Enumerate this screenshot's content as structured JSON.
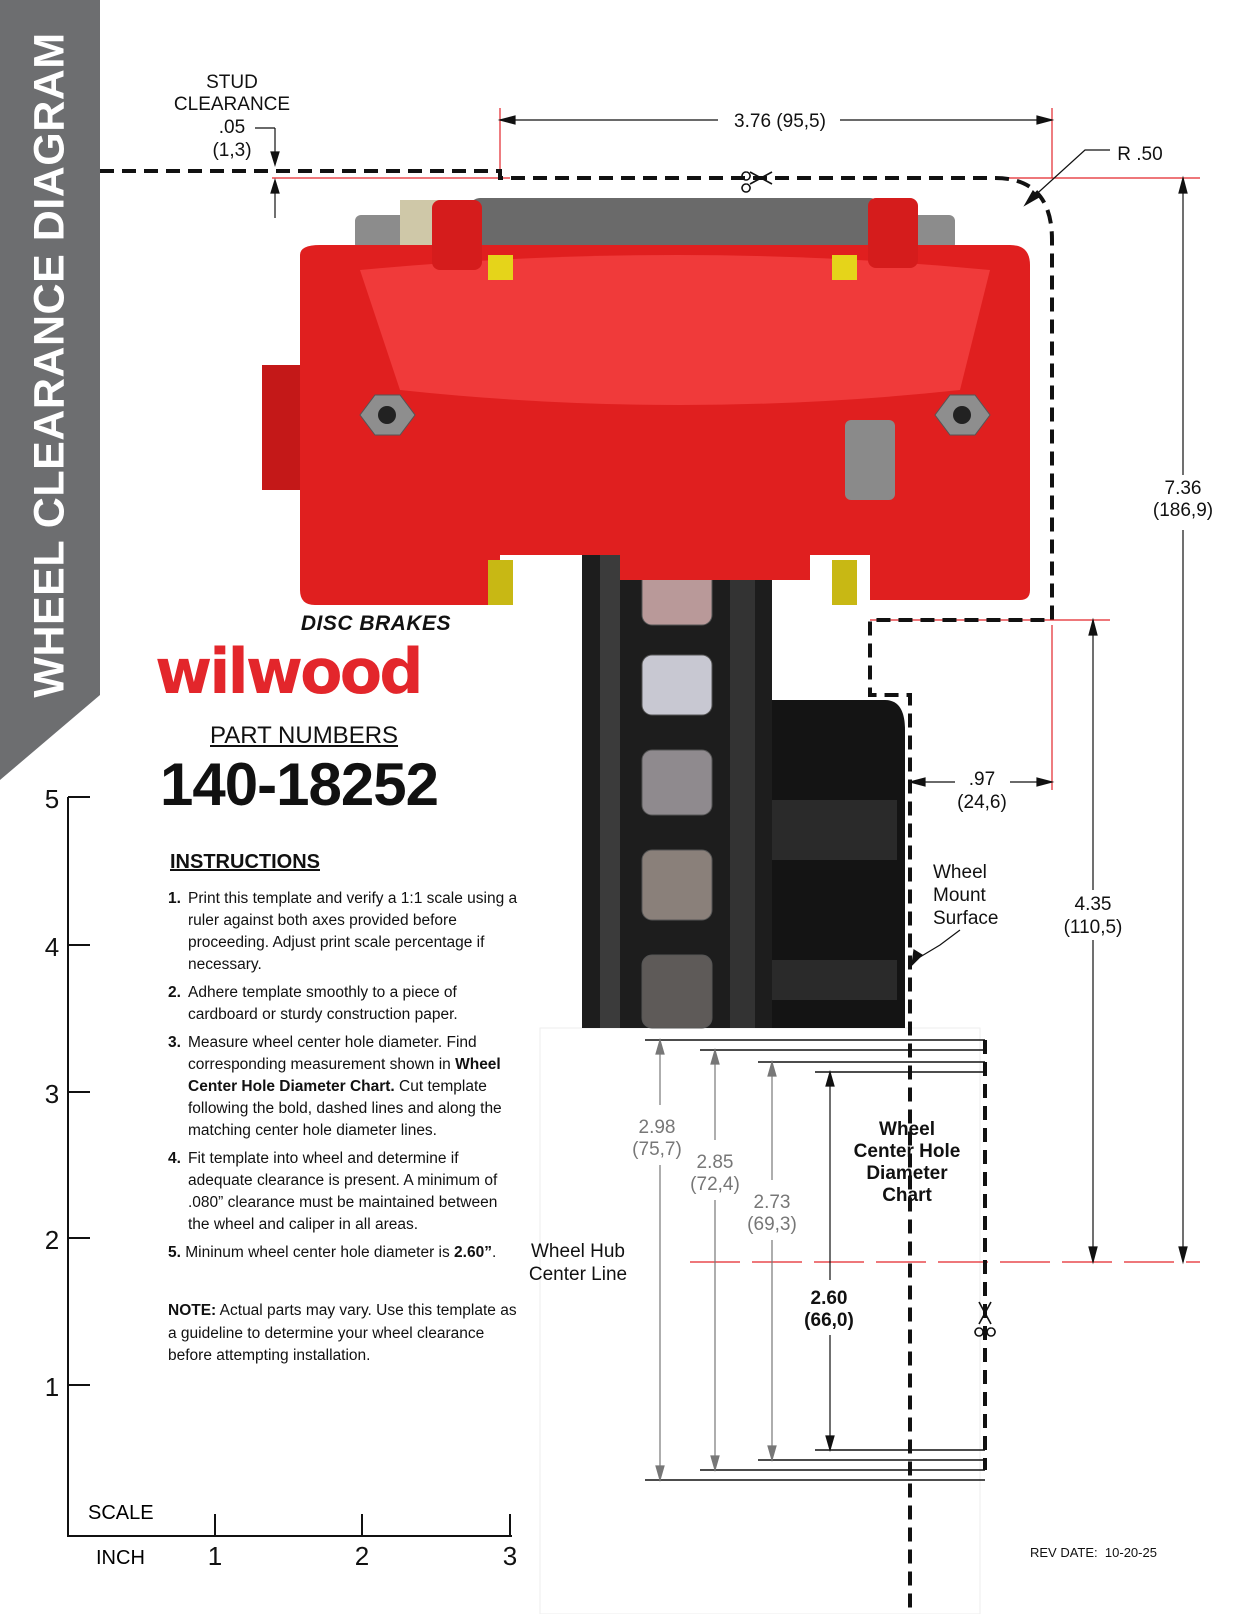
{
  "banner": {
    "title": "WHEEL CLEARANCE DIAGRAM"
  },
  "brand": {
    "logo_word": "wilwood",
    "logo_sub": "DISC BRAKES"
  },
  "part": {
    "label": "PART NUMBERS",
    "number": "140-18252"
  },
  "instructions": {
    "title": "INSTRUCTIONS",
    "items": [
      {
        "num": "1.",
        "text": "Print this template and verify a 1:1 scale using a ruler against both axes provided before proceeding. Adjust print scale percentage if necessary."
      },
      {
        "num": "2.",
        "text": "Adhere template smoothly to a piece of cardboard or sturdy construction paper."
      },
      {
        "num": "3.",
        "text_a": "Measure wheel center hole diameter. Find corresponding measurement shown in ",
        "text_bold": "Wheel Center Hole Diameter Chart.",
        "text_b": " Cut template following the bold, dashed lines and along the matching center hole diameter lines."
      },
      {
        "num": "4.",
        "text": "Fit template into wheel and determine if adequate clearance is present. A minimum of .080” clearance must be maintained between the wheel and caliper in all areas."
      },
      {
        "num": "5.",
        "text": "Mininum wheel center hole diameter is ",
        "bold": "2.60”",
        "end": "."
      }
    ],
    "note_label": "NOTE:",
    "note_text": " Actual parts may vary. Use this template as a guideline to determine your wheel clearance before attempting installation."
  },
  "scale": {
    "label": "SCALE",
    "unit": "INCH",
    "vertical_ticks": [
      "5",
      "4",
      "3",
      "2",
      "1"
    ],
    "horizontal_ticks": [
      "1",
      "2",
      "3"
    ]
  },
  "dimensions": {
    "stud_clearance_label_1": "STUD",
    "stud_clearance_label_2": "CLEARANCE",
    "stud_clearance_in": ".05",
    "stud_clearance_mm": "(1,3)",
    "width_top": "3.76 (95,5)",
    "radius": "R .50",
    "height_total_in": "7.36",
    "height_total_mm": "(186,9)",
    "offset_in": ".97",
    "offset_mm": "(24,6)",
    "height_hub_in": "4.35",
    "height_hub_mm": "(110,5)",
    "wheel_mount_1": "Wheel",
    "wheel_mount_2": "Mount",
    "wheel_mount_3": "Surface",
    "hub_center_1": "Wheel Hub",
    "hub_center_2": "Center Line"
  },
  "center_hole_chart": {
    "title": [
      "Wheel",
      "Center Hole",
      "Diameter",
      "Chart"
    ],
    "sizes": [
      {
        "in": "2.98",
        "mm": "(75,7)"
      },
      {
        "in": "2.85",
        "mm": "(72,4)"
      },
      {
        "in": "2.73",
        "mm": "(69,3)"
      },
      {
        "in": "2.60",
        "mm": "(66,0)"
      }
    ]
  },
  "rev": {
    "label": "REV DATE:",
    "date": "10-20-25"
  },
  "colors": {
    "banner": "#6d6e70",
    "red": "#e3262b",
    "caliper": "#e01f1f",
    "rotor": "#1d1d1d"
  }
}
